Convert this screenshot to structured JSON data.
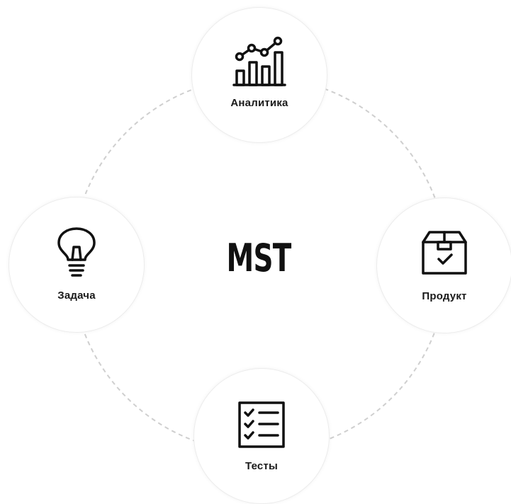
{
  "center": {
    "title": "MST"
  },
  "nodes": {
    "analytics": {
      "label": "Аналитика",
      "icon": "bar-chart-growth-icon"
    },
    "product": {
      "label": "Продукт",
      "icon": "box-check-icon"
    },
    "tests": {
      "label": "Тесты",
      "icon": "checklist-icon"
    },
    "task": {
      "label": "Задача",
      "icon": "lightbulb-icon"
    }
  },
  "colors": {
    "ring": "#cfcfcf",
    "icon": "#111111",
    "text": "#1a1a1a"
  }
}
